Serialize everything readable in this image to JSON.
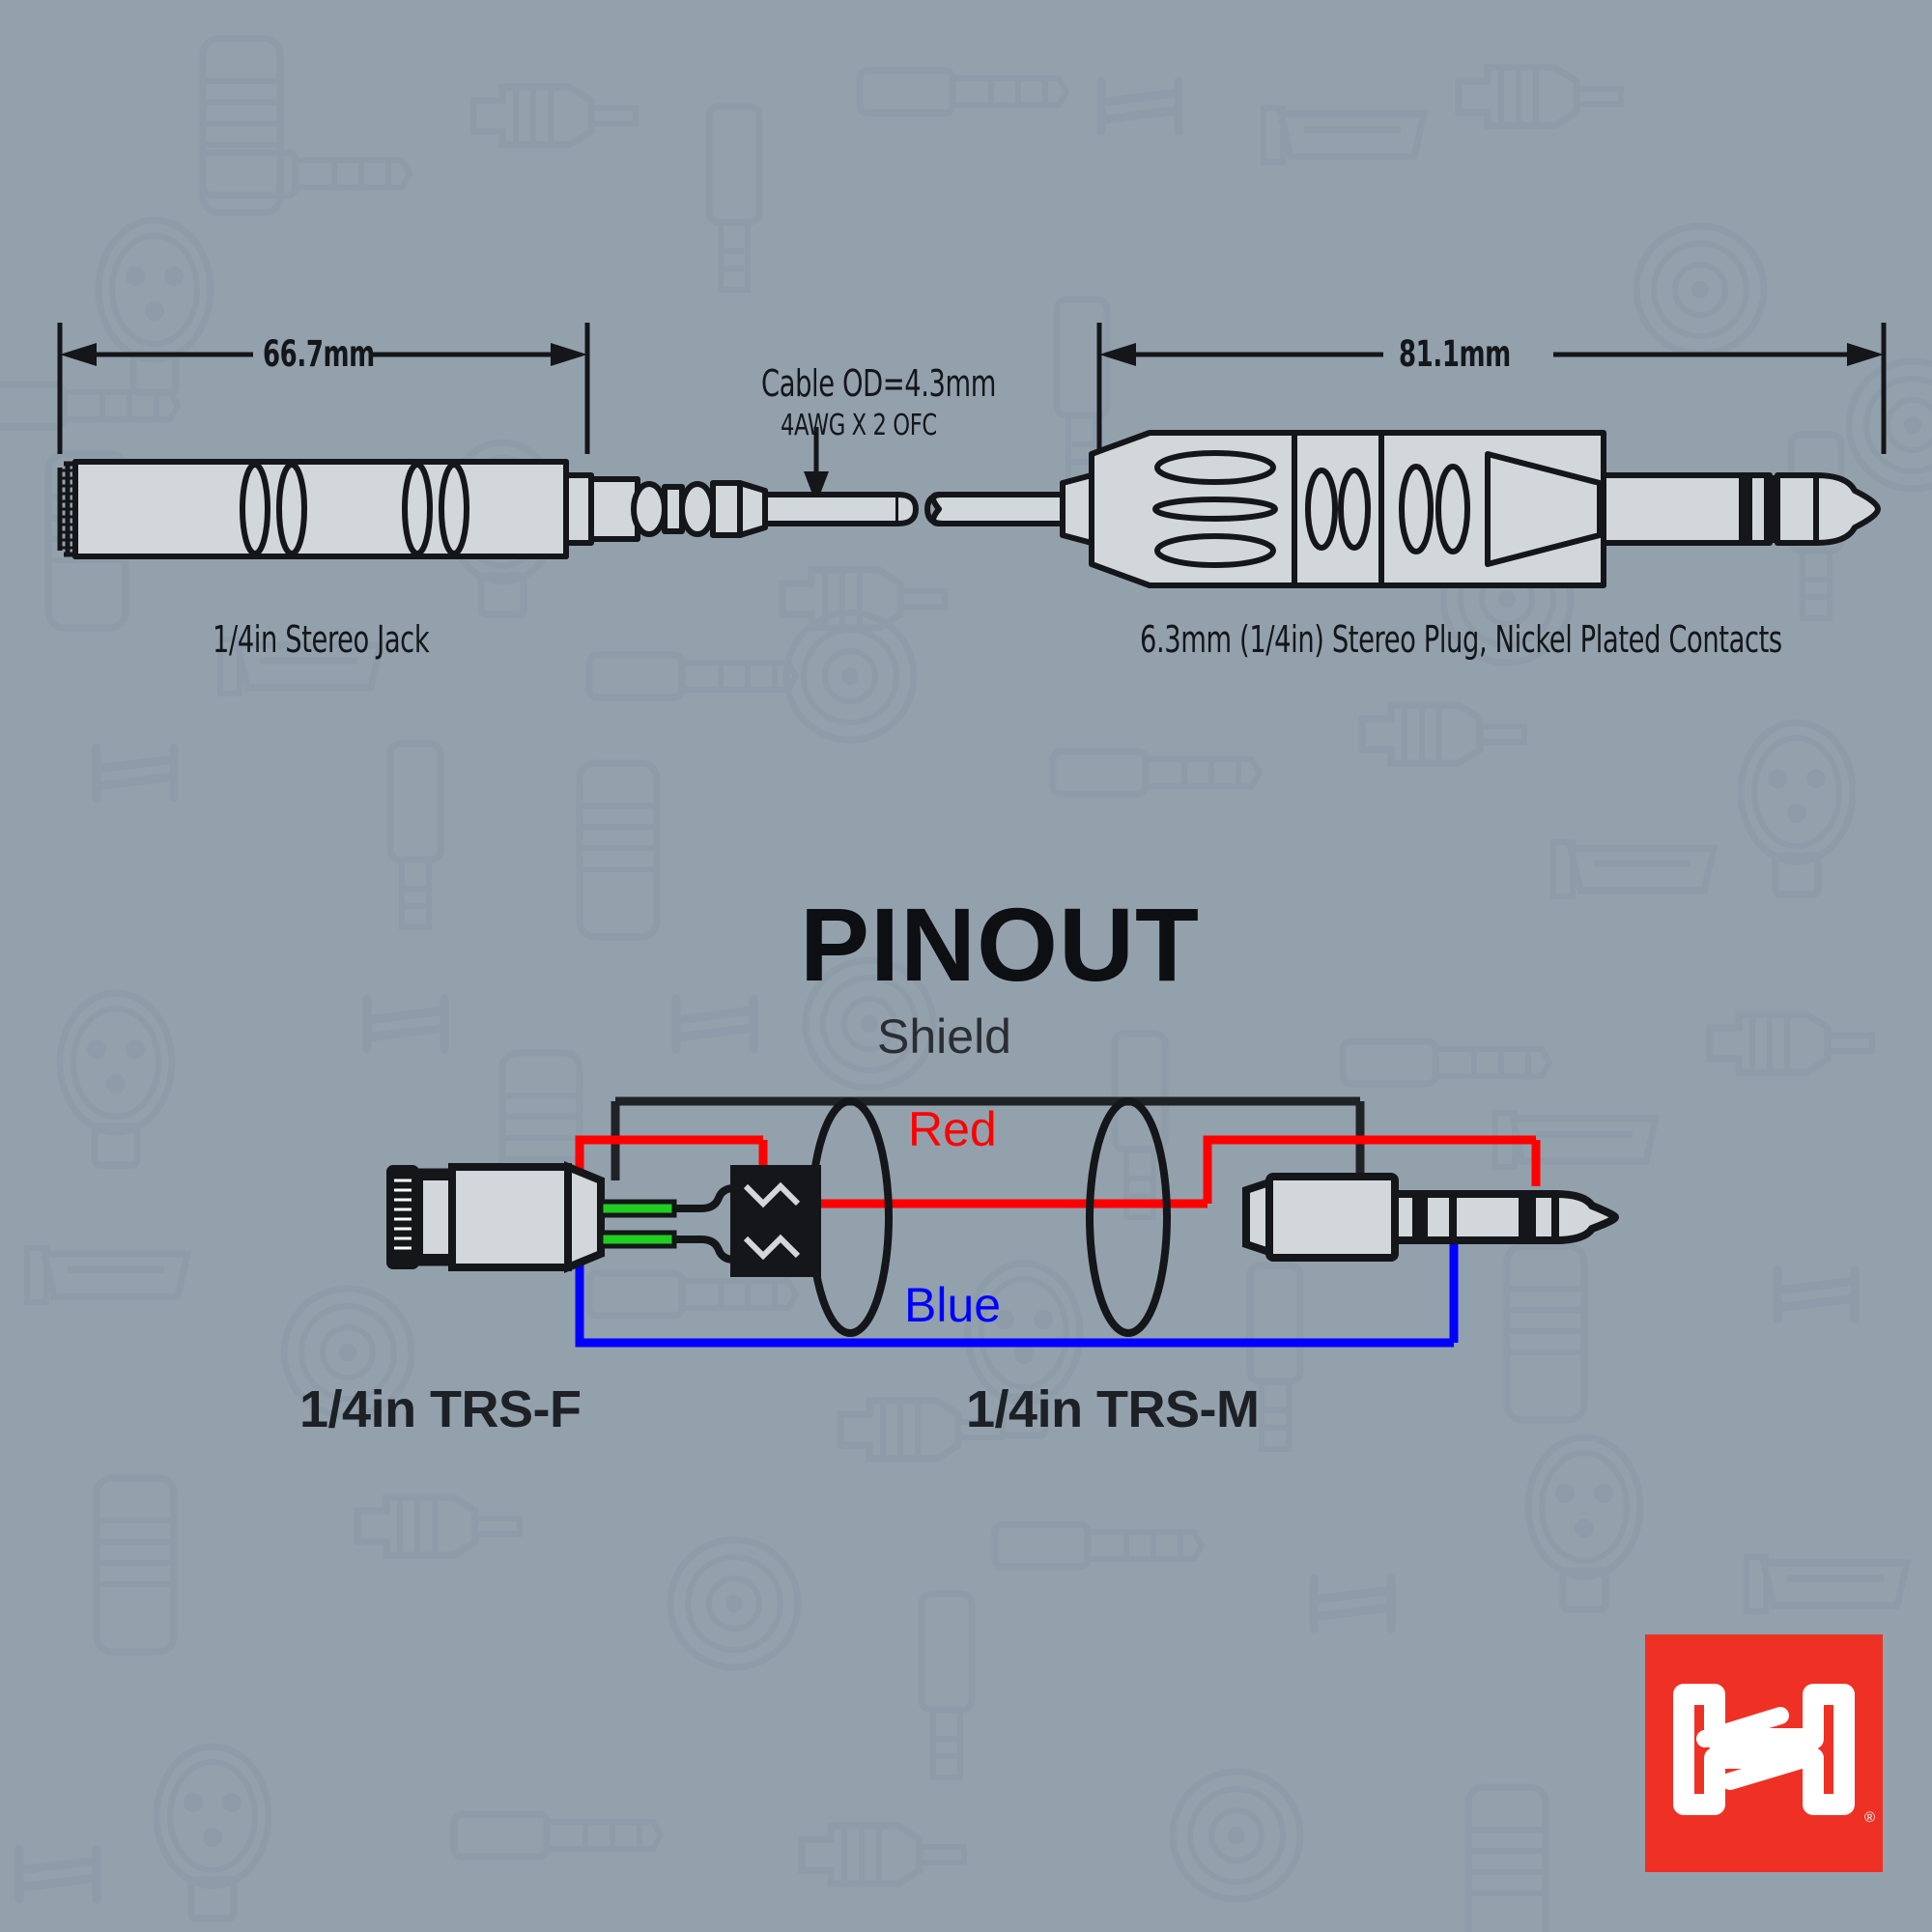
{
  "meta": {
    "background_color": "#93a1ad",
    "ink_color": "#141619",
    "brand_red": "#ee3124"
  },
  "top_section": {
    "left_dimension": "66.7mm",
    "right_dimension": "81.1mm",
    "cable_od_line1": "Cable OD=4.3mm",
    "cable_od_line2": "4AWG X 2 OFC",
    "left_caption": "1/4in Stereo Jack",
    "right_caption": "6.3mm (1/4in) Stereo Plug, Nickel Plated Contacts"
  },
  "pinout": {
    "title": "PINOUT",
    "wires": [
      {
        "label": "Shield",
        "color": "#202326"
      },
      {
        "label": "Red",
        "color": "#ff0000"
      },
      {
        "label": "Blue",
        "color": "#0000ff"
      }
    ],
    "left_connector_label": "1/4in TRS-F",
    "right_connector_label": "1/4in TRS-M"
  },
  "logo": {
    "name": "hosa-logo",
    "registered_mark": "®",
    "background": "#ee3124",
    "mark_color": "#ffffff"
  }
}
